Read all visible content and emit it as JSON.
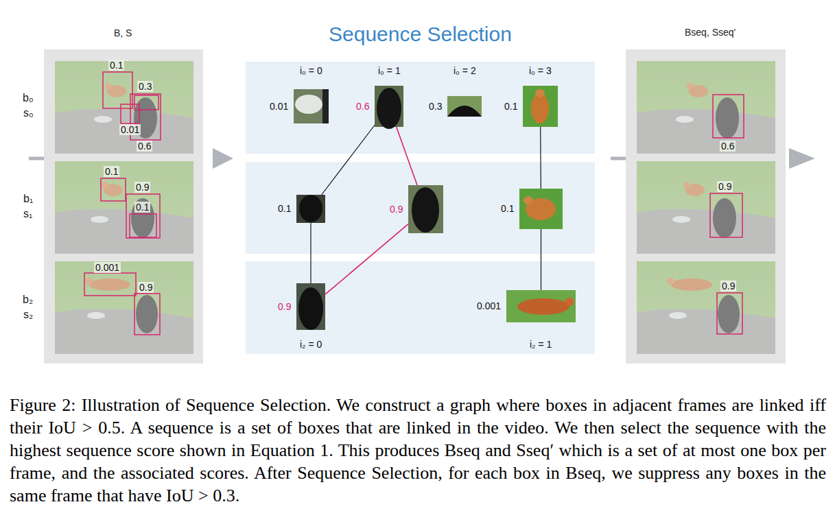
{
  "diagram": {
    "title": "Sequence Selection",
    "caption": "Figure 2: Illustration of Sequence Selection. We construct a graph where boxes in adjacent frames are linked iff their IoU > 0.5. A sequence is a set of boxes that are linked in the video. We then select the sequence with the highest sequence score shown in Equation 1. This produces Bseq and Sseq′ which is a set of at most one box per frame, and the associated scores. After Sequence Selection, for each box in Bseq, we suppress any boxes in the same frame that have IoU > 0.3.",
    "nodes": [
      {
        "text": [
          "i₀ = 0",
          "0.01"
        ]
      },
      {
        "text": [
          "i₀ = 1",
          "0.6"
        ]
      },
      {
        "text": [
          "i₀ = 2",
          "0.3"
        ]
      },
      {
        "text": [
          "i₀ = 3",
          "0.1"
        ]
      },
      {
        "text": [
          "0.1"
        ]
      },
      {
        "text": [
          "0.9"
        ]
      },
      {
        "text": [
          "0.1"
        ]
      },
      {
        "text": [
          "0.9",
          "i₂ = 0"
        ]
      },
      {
        "text": [
          "0.001",
          "i₂ = 1"
        ]
      }
    ],
    "edges": [
      {
        "from": 1,
        "to": 4,
        "arrow": "none"
      },
      {
        "from": 1,
        "to": 5,
        "arrow": "none"
      },
      {
        "from": 3,
        "to": 6,
        "arrow": "none"
      },
      {
        "from": 4,
        "to": 7,
        "arrow": "none"
      },
      {
        "from": 5,
        "to": 7,
        "arrow": "none"
      },
      {
        "from": 6,
        "to": 8,
        "arrow": "none"
      }
    ],
    "labels": [
      "B, S",
      "b₀",
      "s₀",
      "b₁",
      "s₁",
      "b₂",
      "s₂",
      "0.1",
      "0.3",
      "0.01",
      "0.6",
      "0.1",
      "0.9",
      "0.1",
      "0.001",
      "0.9",
      "Bseq, Sseq'",
      "0.6",
      "0.9",
      "0.9"
    ]
  }
}
